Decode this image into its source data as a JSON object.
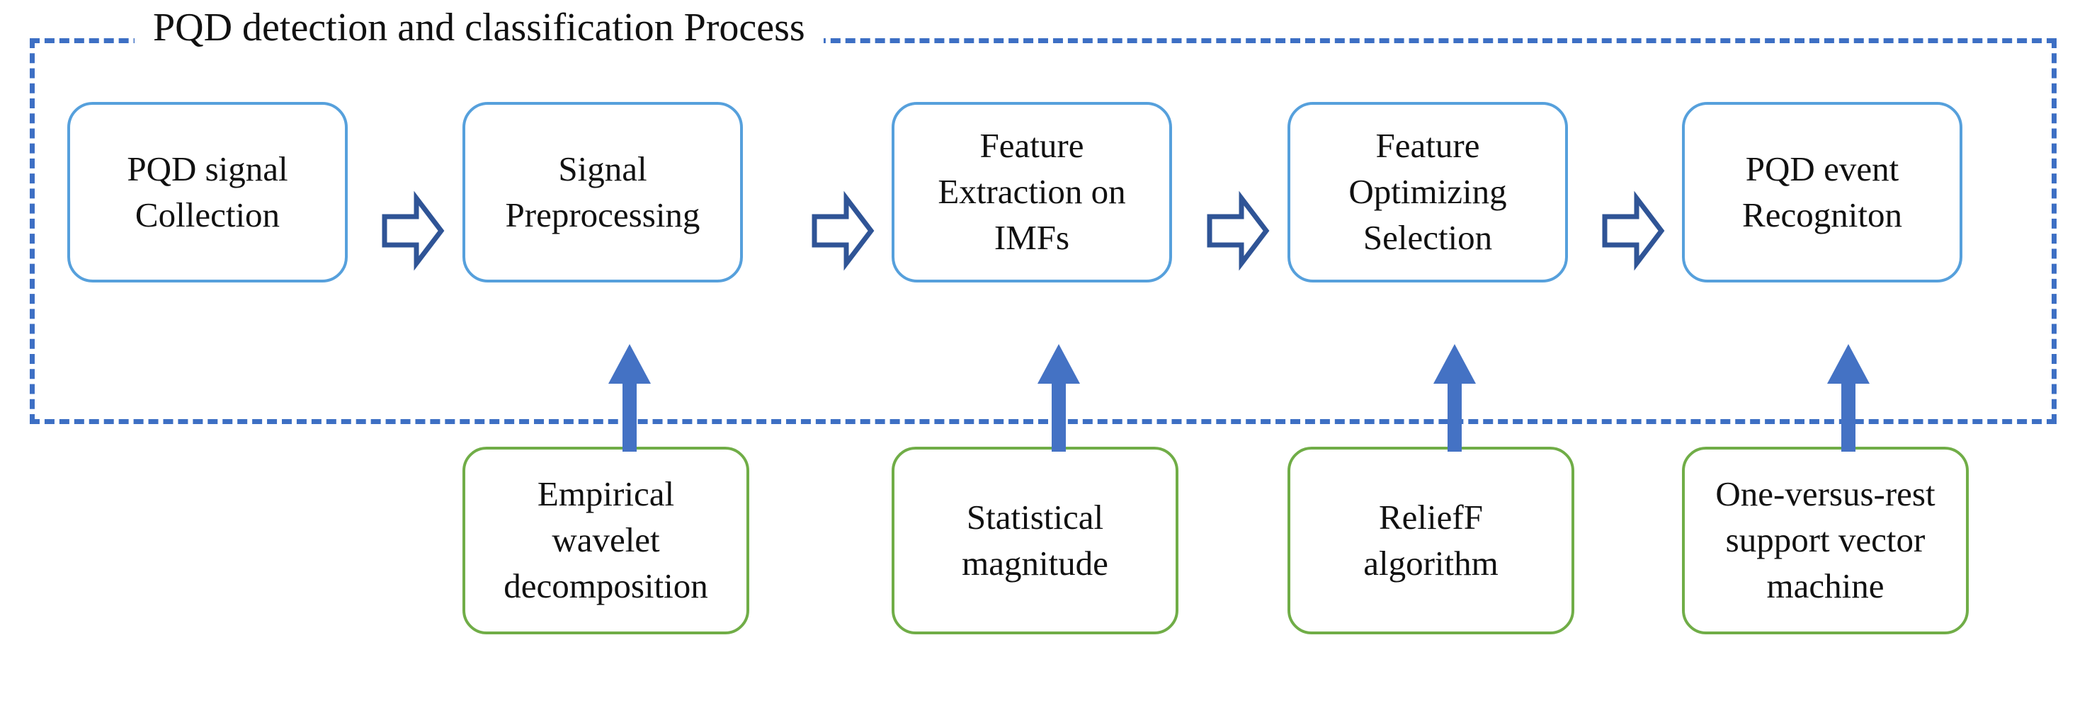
{
  "diagram": {
    "title": "PQD detection and classification Process",
    "colors": {
      "group_border": "#3D6FC4",
      "stage_border": "#56A0DC",
      "method_border": "#70AD47",
      "arrow_outline": "#2F5496",
      "arrow_fill": "#4472C4",
      "text": "#111111",
      "background": "#FFFFFF"
    },
    "stages": [
      {
        "id": "pqd-signal-collection",
        "lines": [
          "PQD signal",
          "Collection"
        ]
      },
      {
        "id": "signal-preprocessing",
        "lines": [
          "Signal",
          "Preprocessing"
        ]
      },
      {
        "id": "feature-extraction",
        "lines": [
          "Feature",
          "Extraction on",
          "IMFs"
        ]
      },
      {
        "id": "feature-optimizing",
        "lines": [
          "Feature",
          "Optimizing",
          "Selection"
        ]
      },
      {
        "id": "pqd-event-recognition",
        "lines": [
          "PQD event",
          "Recogniton"
        ]
      }
    ],
    "methods": [
      {
        "id": "empirical-wavelet-decomposition",
        "lines": [
          "Empirical",
          "wavelet",
          "decomposition"
        ]
      },
      {
        "id": "statistical-magnitude",
        "lines": [
          "Statistical",
          "magnitude"
        ]
      },
      {
        "id": "relieff-algorithm",
        "lines": [
          "ReliefF",
          "algorithm"
        ]
      },
      {
        "id": "one-versus-rest-svm",
        "lines": [
          "One-versus-rest",
          "support vector",
          "machine"
        ]
      }
    ],
    "flow_arrows": [
      {
        "id": "arrow-collection-to-preprocessing",
        "icon": "block-arrow-right-icon"
      },
      {
        "id": "arrow-preprocessing-to-extraction",
        "icon": "block-arrow-right-icon"
      },
      {
        "id": "arrow-extraction-to-optimizing",
        "icon": "block-arrow-right-icon"
      },
      {
        "id": "arrow-optimizing-to-recognition",
        "icon": "block-arrow-right-icon"
      }
    ],
    "feed_arrows": [
      {
        "id": "feed-ewd-to-preprocessing",
        "icon": "arrow-up-icon"
      },
      {
        "id": "feed-stat-to-extraction",
        "icon": "arrow-up-icon"
      },
      {
        "id": "feed-relieff-to-optimizing",
        "icon": "arrow-up-icon"
      },
      {
        "id": "feed-svm-to-recognition",
        "icon": "arrow-up-icon"
      }
    ]
  }
}
